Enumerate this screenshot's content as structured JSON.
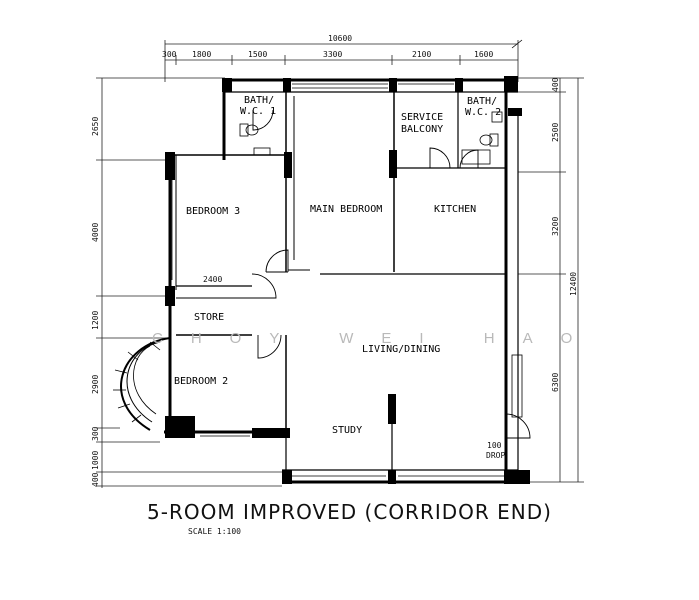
{
  "title": "5-ROOM IMPROVED (CORRIDOR END)",
  "scale": "SCALE 1:100",
  "watermark": "CHOY WEI HAO",
  "dimensions_top": {
    "total": "10600",
    "segments": [
      "300",
      "1800",
      "1500",
      "3300",
      "2100",
      "1600"
    ]
  },
  "dimensions_left": [
    "2650",
    "4000",
    "1200",
    "2900",
    "300",
    "1000",
    "400"
  ],
  "dimensions_right": {
    "total": "12400",
    "segments": [
      "400",
      "2500",
      "3200",
      "6300"
    ]
  },
  "store_width": "2400",
  "rooms": {
    "bath_wc_1": [
      "BATH/",
      "W.C. 1"
    ],
    "bath_wc_2": [
      "BATH/",
      "W.C. 2"
    ],
    "service_balcony": [
      "SERVICE",
      "BALCONY"
    ],
    "bedroom_3": "BEDROOM 3",
    "main_bedroom": "MAIN BEDROOM",
    "kitchen": "KITCHEN",
    "store": "STORE",
    "living_dining": "LIVING/DINING",
    "bedroom_2": "BEDROOM 2",
    "study": "STUDY",
    "refuse_drop": [
      "100",
      "DROP"
    ]
  }
}
